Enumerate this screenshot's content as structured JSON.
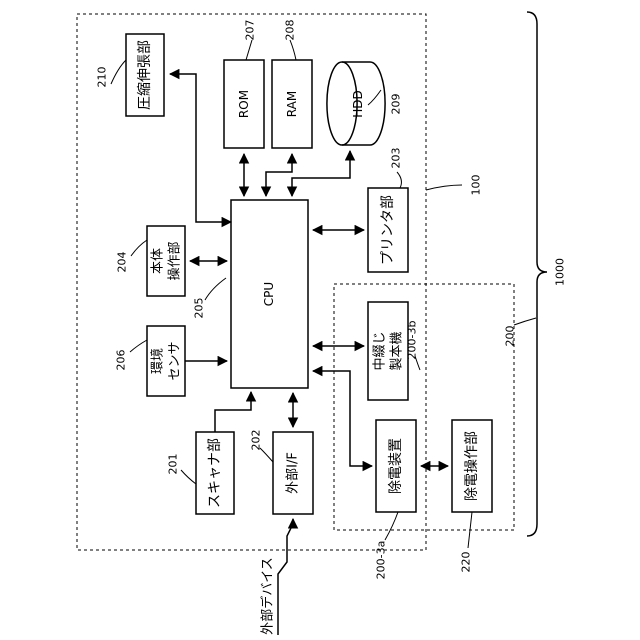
{
  "blocks": {
    "compression": "圧縮伸張部",
    "rom": "ROM",
    "ram": "RAM",
    "hdd": "HDD",
    "printer": "プリンタ部",
    "body_operation": [
      "本体",
      "操作部"
    ],
    "cpu": "CPU",
    "env_sensor": [
      "環境",
      "センサ"
    ],
    "scanner": "スキャナ部",
    "external_if": "外部I/F",
    "binding": [
      "中綴じ",
      "製本機"
    ],
    "static_eliminator": "除電装置",
    "static_operation": "除電操作部"
  },
  "refs": {
    "r210": "210",
    "r207": "207",
    "r208": "208",
    "r209": "209",
    "r203": "203",
    "r100": "100",
    "r1000": "1000",
    "r204": "204",
    "r205": "205",
    "r206": "206",
    "r200": "200",
    "r200_3b": "200-3b",
    "r201": "201",
    "r202": "202",
    "r200_3a": "200-3a",
    "r220": "220"
  },
  "external_device": "外部デバイス"
}
